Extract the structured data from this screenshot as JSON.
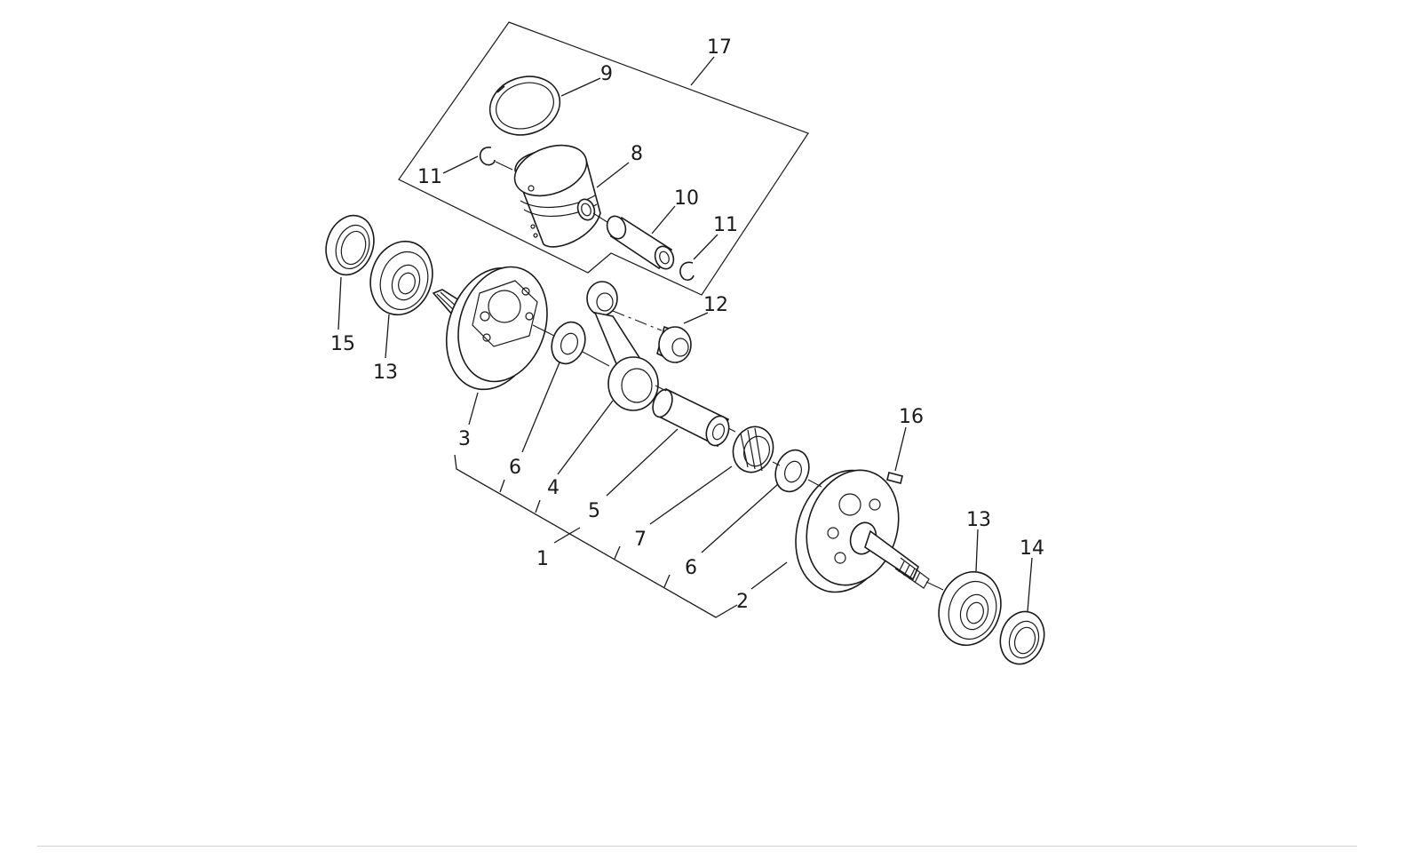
{
  "diagram": {
    "colors": {
      "line": "#1a1a1a",
      "background": "#ffffff",
      "rule": "#cfcfcf"
    },
    "callouts": {
      "c1": "1",
      "c2": "2",
      "c3": "3",
      "c4": "4",
      "c5": "5",
      "c6a": "6",
      "c6b": "6",
      "c7": "7",
      "c8": "8",
      "c9": "9",
      "c10": "10",
      "c11a": "11",
      "c11b": "11",
      "c12": "12",
      "c13a": "13",
      "c13b": "13",
      "c14": "14",
      "c15": "15",
      "c16": "16",
      "c17": "17"
    }
  }
}
